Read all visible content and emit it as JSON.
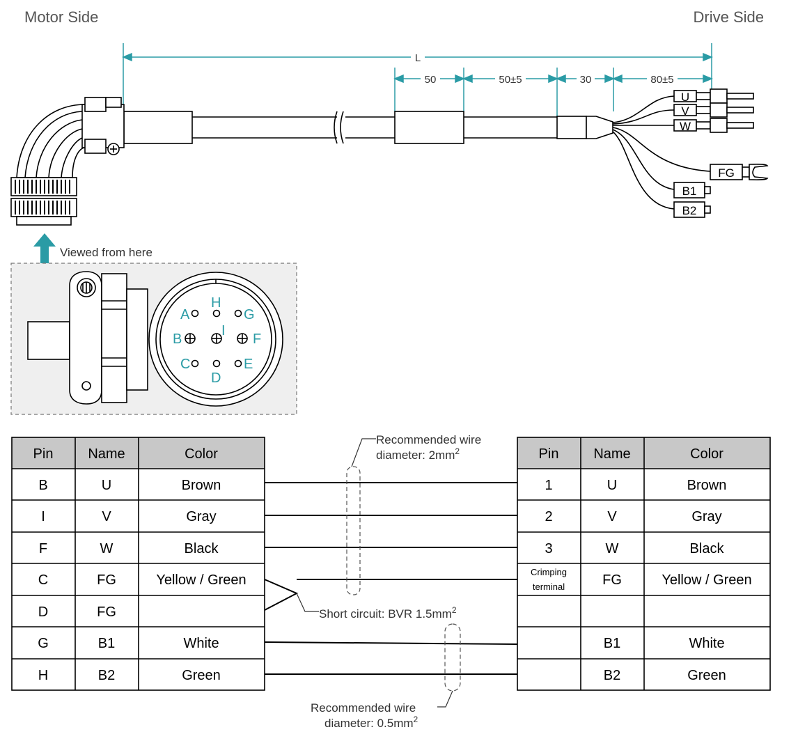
{
  "headers": {
    "motor_side": "Motor Side",
    "drive_side": "Drive Side"
  },
  "dimensions": {
    "total": "L",
    "d1": "50",
    "d2": "50±5",
    "d3": "30",
    "d4": "80±5"
  },
  "terminals": {
    "u": "U",
    "v": "V",
    "w": "W",
    "fg": "FG",
    "b1": "B1",
    "b2": "B2"
  },
  "view_note": "Viewed from here",
  "connector_pins": {
    "A": "A",
    "B": "B",
    "C": "C",
    "D": "D",
    "E": "E",
    "F": "F",
    "G": "G",
    "H": "H",
    "I": "I"
  },
  "colors": {
    "accent": "#2a9ba5",
    "header_fill": "#c8c8c8",
    "panel_fill": "#efefef"
  },
  "left_table": {
    "headers": [
      "Pin",
      "Name",
      "Color"
    ],
    "rows": [
      [
        "B",
        "U",
        "Brown"
      ],
      [
        "I",
        "V",
        "Gray"
      ],
      [
        "F",
        "W",
        "Black"
      ],
      [
        "C",
        "FG",
        "Yellow / Green"
      ],
      [
        "D",
        "FG",
        ""
      ],
      [
        "G",
        "B1",
        "White"
      ],
      [
        "H",
        "B2",
        "Green"
      ]
    ]
  },
  "right_table": {
    "headers": [
      "Pin",
      "Name",
      "Color"
    ],
    "crimp_line1": "Crimping",
    "crimp_line2": "terminal",
    "rows": [
      [
        "1",
        "U",
        "Brown"
      ],
      [
        "2",
        "V",
        "Gray"
      ],
      [
        "3",
        "W",
        "Black"
      ],
      [
        "",
        "FG",
        "Yellow / Green"
      ],
      [
        "",
        "",
        ""
      ],
      [
        "",
        "B1",
        "White"
      ],
      [
        "",
        "B2",
        "Green"
      ]
    ]
  },
  "annotations": {
    "wire_top_line1": "Recommended wire",
    "wire_top_line2": "diameter: 2mm",
    "wire_top_sup": "2",
    "short_circuit": "Short circuit: BVR 1.5mm",
    "short_circuit_sup": "2",
    "wire_bottom_line1": "Recommended wire",
    "wire_bottom_line2": "diameter: 0.5mm",
    "wire_bottom_sup": "2"
  }
}
